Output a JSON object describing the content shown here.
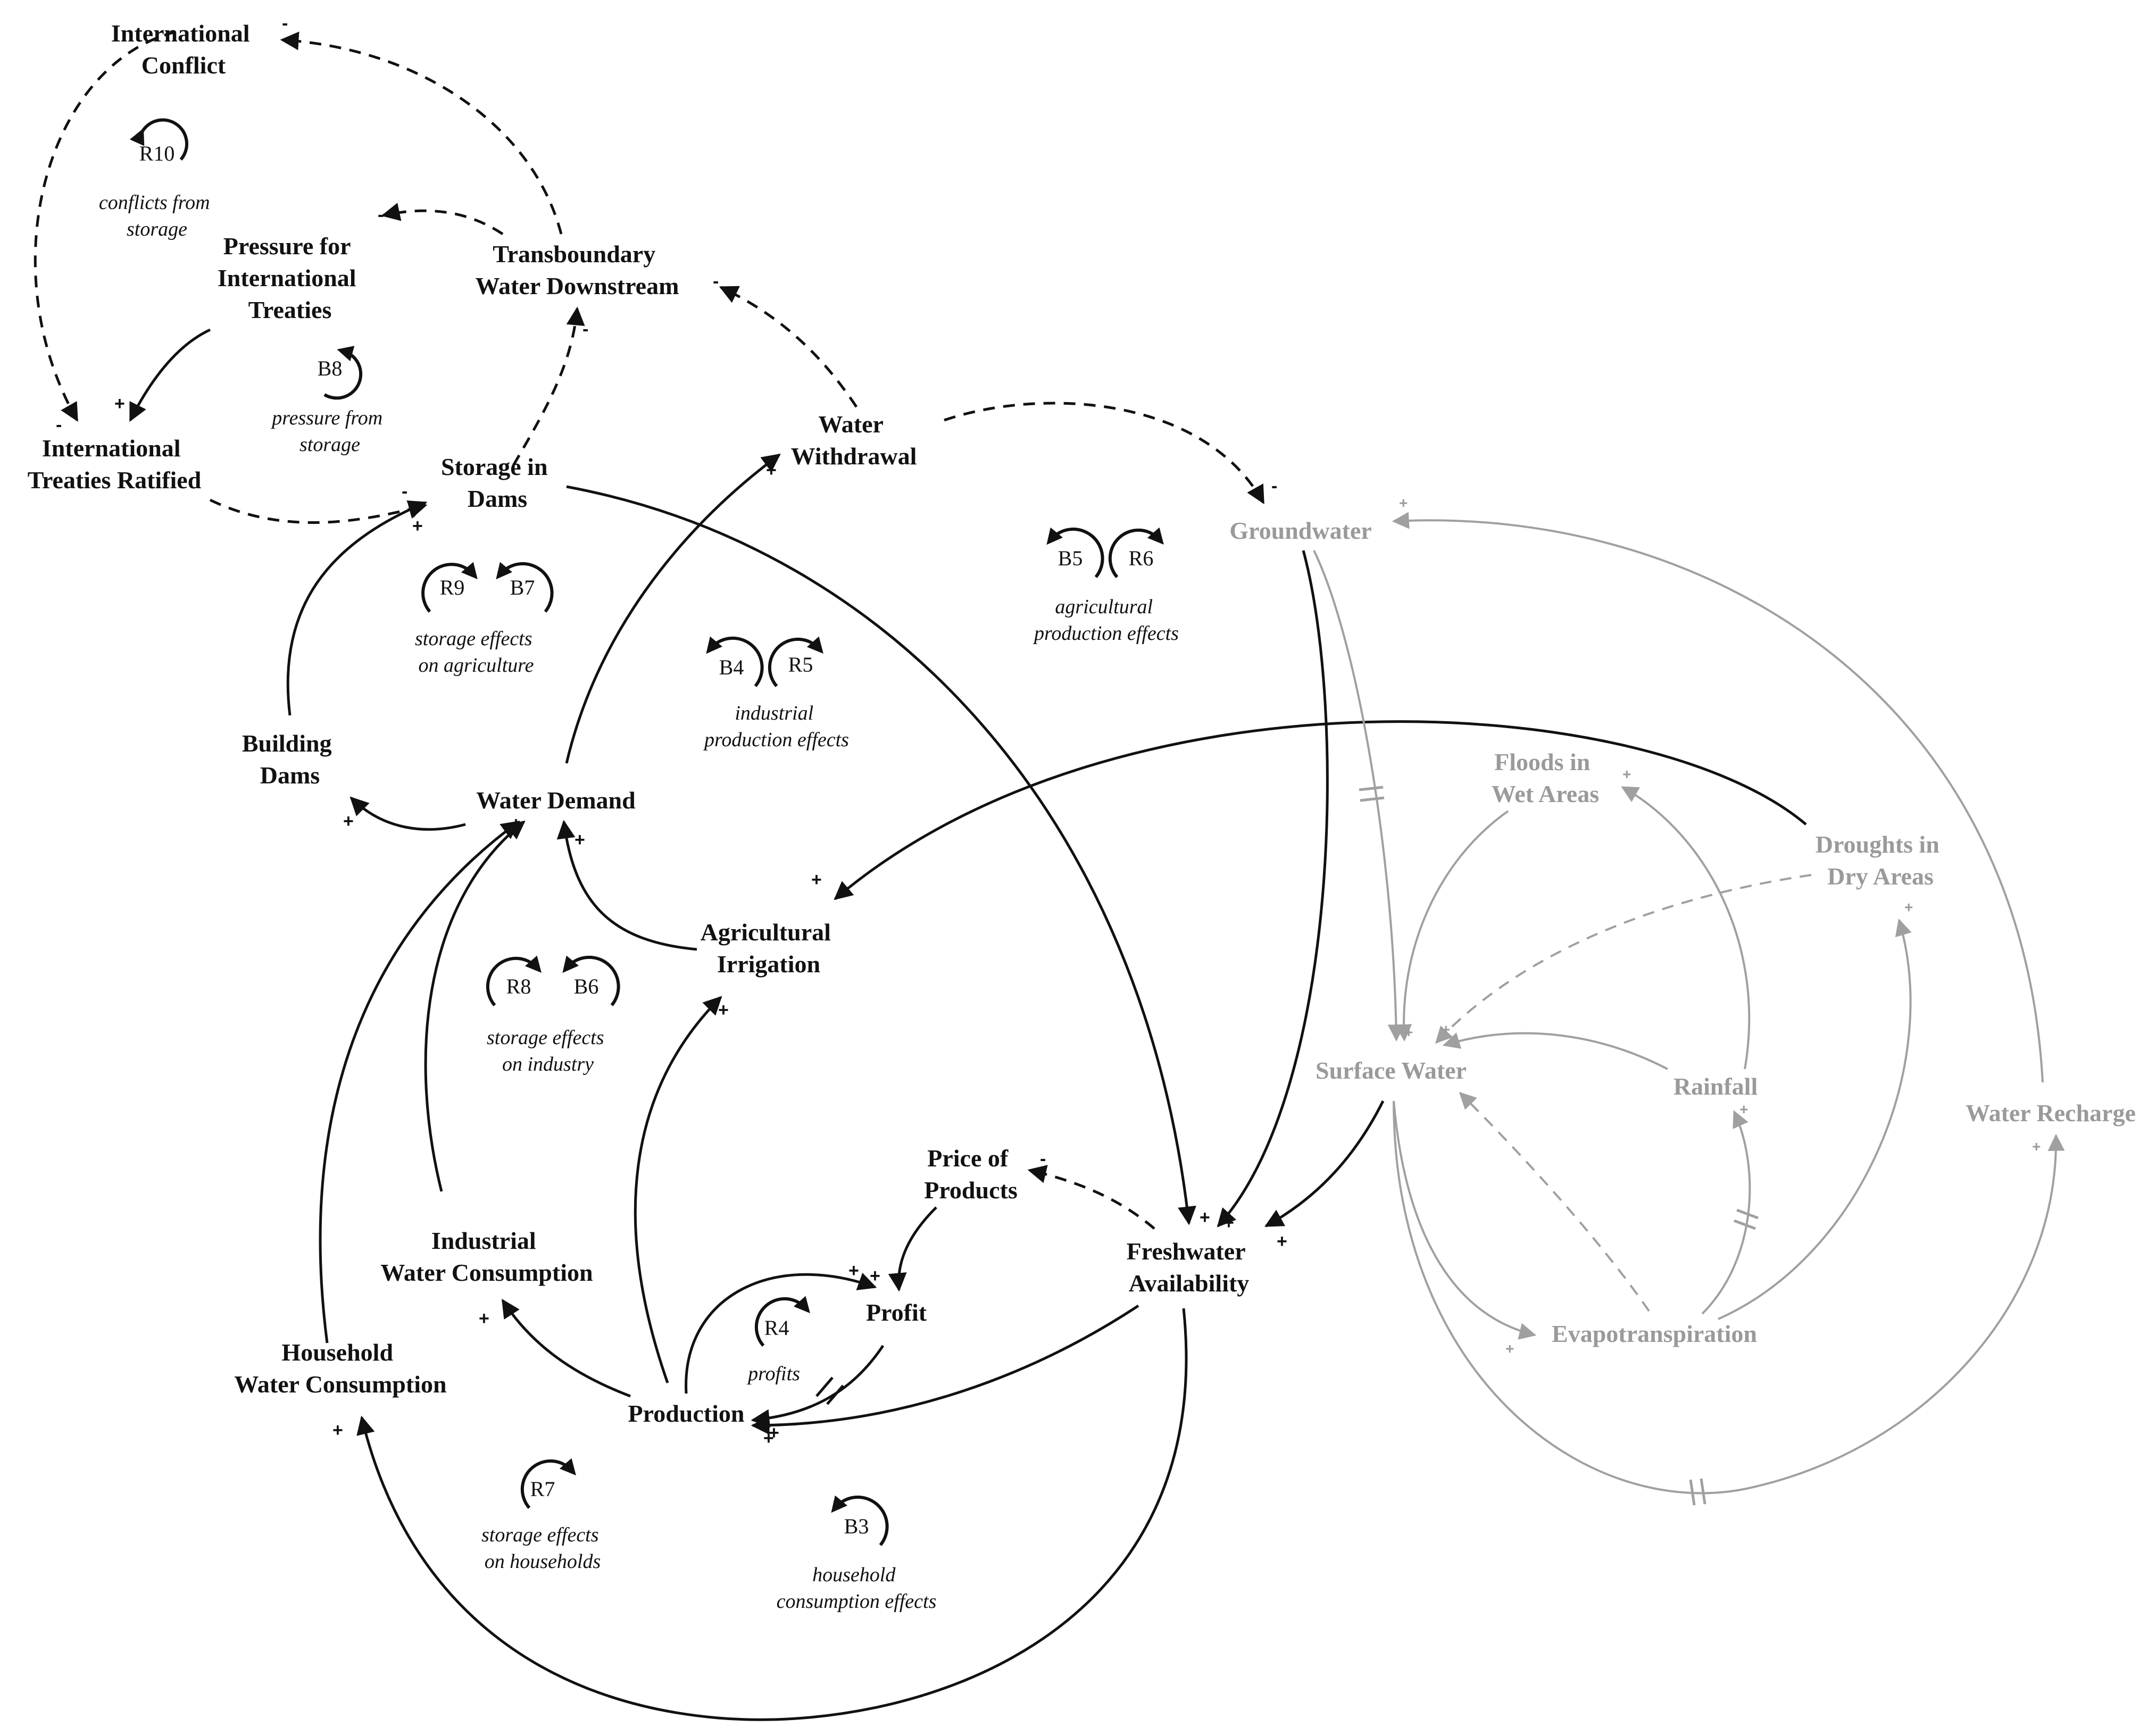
{
  "variables": {
    "international_conflict": [
      "International",
      "Conflict"
    ],
    "pressure_treaties": [
      "Pressure for",
      "International",
      "Treaties"
    ],
    "transboundary": [
      "Transboundary",
      "Water Downstream"
    ],
    "treaties_ratified": [
      "International",
      "Treaties Ratified"
    ],
    "storage_dams": [
      "Storage in",
      "Dams"
    ],
    "water_withdrawal": [
      "Water",
      "Withdrawal"
    ],
    "groundwater": [
      "Groundwater"
    ],
    "building_dams": [
      "Building",
      "Dams"
    ],
    "water_demand": [
      "Water Demand"
    ],
    "agricultural_irrigation": [
      "Agricultural",
      "Irrigation"
    ],
    "floods": [
      "Floods in",
      "Wet Areas"
    ],
    "droughts": [
      "Droughts in",
      "Dry Areas"
    ],
    "surface_water": [
      "Surface Water"
    ],
    "rainfall": [
      "Rainfall"
    ],
    "water_recharge": [
      "Water Recharge"
    ],
    "price_products": [
      "Price of",
      "Products"
    ],
    "industrial_consumption": [
      "Industrial",
      "Water Consumption"
    ],
    "freshwater": [
      "Freshwater",
      "Availability"
    ],
    "profit": [
      "Profit"
    ],
    "household_consumption": [
      "Household",
      "Water Consumption"
    ],
    "production": [
      "Production"
    ],
    "evapotranspiration": [
      "Evapotranspiration"
    ]
  },
  "loops": {
    "R10": {
      "id": "R10",
      "caption": [
        "conflicts from",
        "storage"
      ]
    },
    "B8": {
      "id": "B8",
      "caption": [
        "pressure from",
        "storage"
      ]
    },
    "R9": {
      "id": "R9"
    },
    "B7": {
      "id": "B7"
    },
    "R9B7_caption": [
      "storage effects",
      "on agriculture"
    ],
    "B5": {
      "id": "B5"
    },
    "R6": {
      "id": "R6"
    },
    "B5R6_caption": [
      "agricultural",
      "production effects"
    ],
    "B4": {
      "id": "B4"
    },
    "R5": {
      "id": "R5"
    },
    "B4R5_caption": [
      "industrial",
      "production effects"
    ],
    "R8": {
      "id": "R8"
    },
    "B6": {
      "id": "B6"
    },
    "R8B6_caption": [
      "storage effects",
      "on industry"
    ],
    "R4": {
      "id": "R4",
      "caption": [
        "profits"
      ]
    },
    "R7": {
      "id": "R7",
      "caption": [
        "storage effects",
        "on households"
      ]
    },
    "B3": {
      "id": "B3",
      "caption": [
        "household",
        "consumption effects"
      ]
    }
  },
  "polarity": {
    "plus": "+",
    "minus": "-"
  },
  "colors": {
    "main": "#111111",
    "secondary": "#9a9a9a"
  }
}
